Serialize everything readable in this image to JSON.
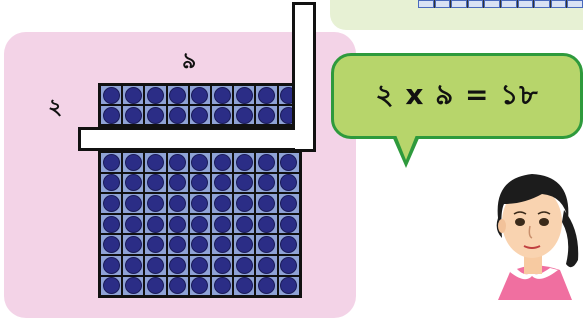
{
  "counters": {
    "columns_label": "৯",
    "rows_label": "২"
  },
  "top_grid": {
    "rows": 2,
    "cols": 9
  },
  "bottom_grid": {
    "rows": 7,
    "cols": 9
  },
  "speech_bubble": {
    "equation": "২ x ৯ = ১৮"
  },
  "colors": {
    "panel": "#f3d3e7",
    "bubble_fill": "#b7d56b",
    "bubble_border": "#2e9a3c",
    "dot": "#2b2d86",
    "cell": "#8fa3d6"
  }
}
